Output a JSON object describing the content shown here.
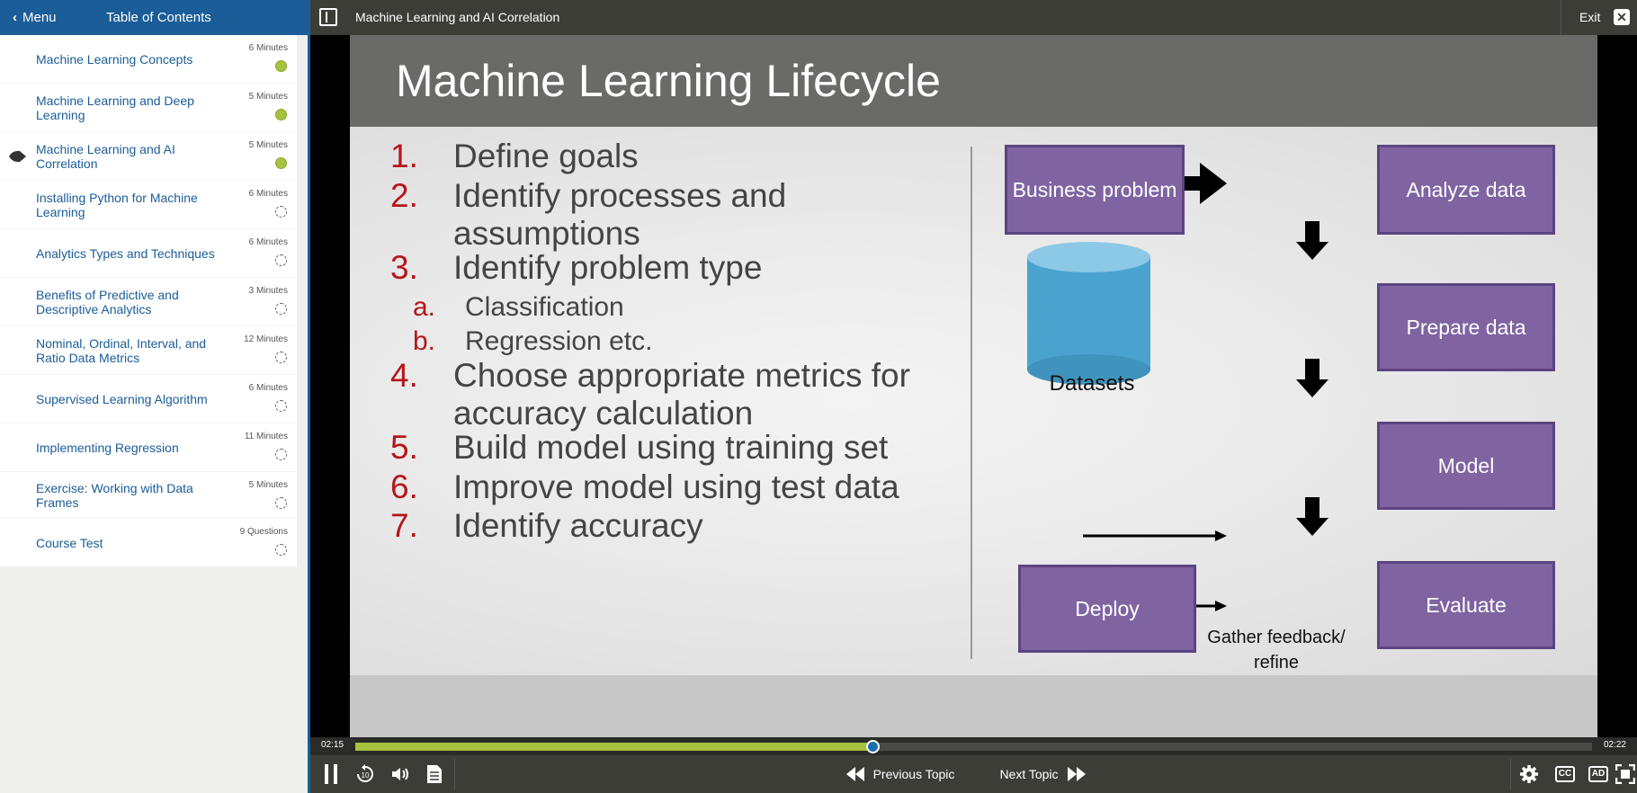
{
  "sidebar": {
    "menu_label": "Menu",
    "toc_title": "Table of Contents",
    "items": [
      {
        "label": "Machine Learning Concepts",
        "duration": "6 Minutes",
        "status": "completed"
      },
      {
        "label": "Machine Learning and Deep Learning",
        "duration": "5 Minutes",
        "status": "completed"
      },
      {
        "label": "Machine Learning and AI Correlation",
        "duration": "5 Minutes",
        "status": "completed",
        "current": true
      },
      {
        "label": "Installing Python for Machine Learning",
        "duration": "6 Minutes",
        "status": "not-started"
      },
      {
        "label": "Analytics Types and Techniques",
        "duration": "6 Minutes",
        "status": "not-started"
      },
      {
        "label": "Benefits of Predictive and Descriptive Analytics",
        "duration": "3 Minutes",
        "status": "not-started"
      },
      {
        "label": "Nominal, Ordinal, Interval, and Ratio Data Metrics",
        "duration": "12 Minutes",
        "status": "not-started"
      },
      {
        "label": "Supervised Learning Algorithm",
        "duration": "6 Minutes",
        "status": "not-started"
      },
      {
        "label": "Implementing Regression",
        "duration": "11 Minutes",
        "status": "not-started"
      },
      {
        "label": "Exercise: Working with Data Frames",
        "duration": "5 Minutes",
        "status": "not-started"
      },
      {
        "label": "Course Test",
        "duration": "9 Questions",
        "status": "not-started"
      }
    ]
  },
  "topbar": {
    "topic_title": "Machine Learning and AI Correlation",
    "exit_label": "Exit"
  },
  "slide": {
    "title": "Machine Learning Lifecycle",
    "steps": [
      {
        "num": "1.",
        "text": "Define goals"
      },
      {
        "num": "2.",
        "text": "Identify processes and assumptions"
      },
      {
        "num": "3.",
        "text": "Identify problem type"
      },
      {
        "num": "a.",
        "text": "Classification"
      },
      {
        "num": "b.",
        "text": "Regression etc."
      },
      {
        "num": "4.",
        "text": "Choose appropriate metrics for accuracy calculation"
      },
      {
        "num": "5.",
        "text": "Build model using training set"
      },
      {
        "num": "6.",
        "text": "Improve model using test data"
      },
      {
        "num": "7.",
        "text": "Identify accuracy"
      }
    ],
    "diagram": {
      "business_problem": "Business problem",
      "analyze_data": "Analyze data",
      "prepare_data": "Prepare data",
      "model": "Model",
      "evaluate": "Evaluate",
      "deploy": "Deploy",
      "datasets": "Datasets",
      "feedback": "Gather feedback/ refine"
    }
  },
  "player": {
    "time_current": "02:15",
    "time_total": "02:22",
    "progress": 0.4185,
    "rewind_seconds": "10",
    "prev_label": "Previous Topic",
    "next_label": "Next Topic",
    "cc_label": "CC",
    "ad_label": "AD"
  },
  "colors": {
    "brand": "#1a5d98",
    "complete": "#a6c23f",
    "box": "#8064a2",
    "cylinder": "#4aa3cf",
    "step_number": "#b5161b"
  }
}
